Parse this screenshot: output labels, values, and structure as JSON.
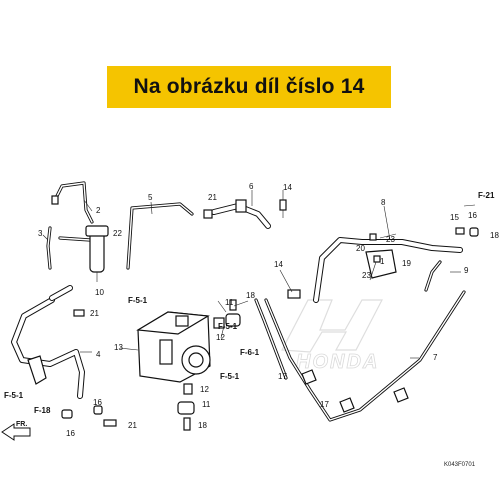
{
  "banner": {
    "title": "Na obrázku díl číslo 14"
  },
  "watermark": {
    "brand": "HONDA"
  },
  "labels": {
    "n1": "1",
    "n2": "2",
    "n3": "3",
    "n4": "4",
    "n5": "5",
    "n6": "6",
    "n7": "7",
    "n8": "8",
    "n9": "9",
    "n10": "10",
    "n11": "11",
    "n12": "12",
    "n13": "13",
    "n14a": "14",
    "n14b": "14",
    "n15": "15",
    "n16a": "16",
    "n16b": "16",
    "n16c": "16",
    "n17a": "17",
    "n17b": "17",
    "n18a": "18",
    "n18b": "18",
    "n18c": "18",
    "n19": "19",
    "n20": "20",
    "n21a": "21",
    "n21b": "21",
    "n21c": "21",
    "n22": "22",
    "n23a": "23",
    "n23b": "23"
  },
  "refs": {
    "f21": "F-21",
    "f51a": "F-5-1",
    "f51b": "F-5-1",
    "f51c": "F-5-1",
    "f51d": "F-5-1",
    "f61": "F-6-1",
    "f18": "F-18"
  },
  "direction": {
    "front": "FR."
  },
  "diagram_code": "K043F0701",
  "colors": {
    "banner": "#f5c400",
    "line": "#111111"
  }
}
